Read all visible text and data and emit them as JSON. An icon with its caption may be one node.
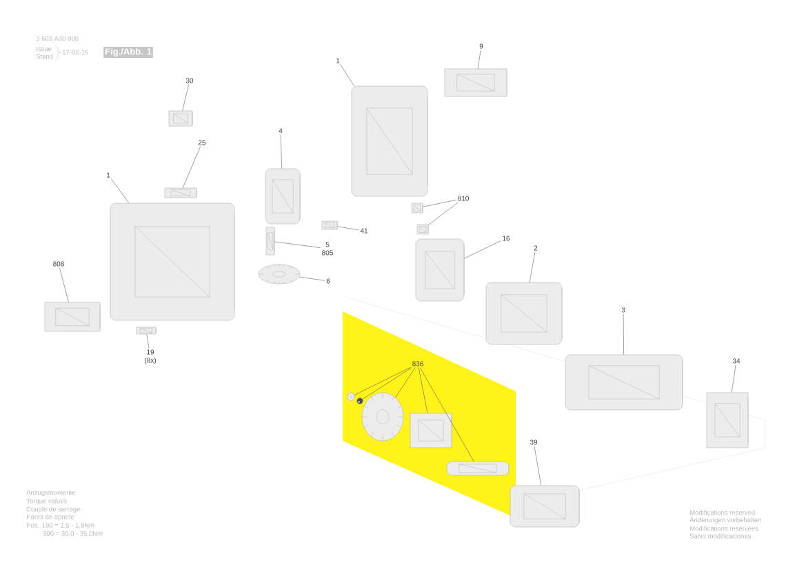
{
  "diagram": {
    "nodes": [
      {
        "text": [
          "30"
        ]
      },
      {
        "text": [
          "25"
        ]
      },
      {
        "text": [
          "4"
        ]
      },
      {
        "text": [
          "1"
        ]
      },
      {
        "text": [
          "808"
        ]
      },
      {
        "text": [
          "41"
        ]
      },
      {
        "text": [
          "5",
          "805"
        ]
      },
      {
        "text": [
          "6"
        ]
      },
      {
        "text": [
          "19",
          "(8x)"
        ]
      },
      {
        "text": [
          "1"
        ]
      },
      {
        "text": [
          "9"
        ]
      },
      {
        "text": [
          "810"
        ]
      },
      {
        "text": [
          "16"
        ]
      },
      {
        "text": [
          "2"
        ]
      },
      {
        "text": [
          "3"
        ]
      },
      {
        "text": [
          "34"
        ]
      },
      {
        "text": [
          "836"
        ]
      },
      {
        "text": [
          "39"
        ]
      },
      {
        "text": [
          "Fig./Abb. 1"
        ]
      },
      {
        "text": [],
        "shape": "picture"
      },
      {
        "text": [],
        "shape": "picture"
      },
      {
        "text": [],
        "shape": "picture"
      },
      {
        "text": [],
        "shape": "picture"
      },
      {
        "text": [],
        "shape": "picture"
      },
      {
        "text": [],
        "shape": "picture"
      },
      {
        "text": [],
        "shape": "picture"
      },
      {
        "text": [],
        "shape": "picture"
      },
      {
        "text": [],
        "shape": "picture"
      },
      {
        "text": [],
        "shape": "picture"
      },
      {
        "text": [],
        "shape": "picture"
      },
      {
        "text": [],
        "shape": "picture"
      },
      {
        "text": [],
        "shape": "picture"
      },
      {
        "text": [],
        "shape": "picture"
      },
      {
        "text": [],
        "shape": "picture"
      },
      {
        "text": [],
        "shape": "picture"
      },
      {
        "text": [],
        "shape": "picture"
      },
      {
        "text": [],
        "shape": "picture"
      },
      {
        "text": [],
        "shape": "picture"
      },
      {
        "text": [],
        "shape": "picture"
      },
      {
        "text": [],
        "shape": "picture"
      },
      {
        "text": [],
        "shape": "picture"
      },
      {
        "text": [],
        "shape": "picture"
      }
    ],
    "edges": [
      {
        "from": 0,
        "to": 19,
        "arrow": "none"
      },
      {
        "from": 1,
        "to": 20,
        "arrow": "none"
      },
      {
        "from": 2,
        "to": 21,
        "arrow": "none"
      },
      {
        "from": 3,
        "to": 22,
        "arrow": "none"
      },
      {
        "from": 4,
        "to": 23,
        "arrow": "none"
      },
      {
        "from": 5,
        "to": 24,
        "arrow": "none"
      },
      {
        "from": 6,
        "to": 25,
        "arrow": "none"
      },
      {
        "from": 7,
        "to": 26,
        "arrow": "none"
      },
      {
        "from": 8,
        "to": 27,
        "arrow": "none"
      },
      {
        "from": 9,
        "to": 28,
        "arrow": "none"
      },
      {
        "from": 10,
        "to": 29,
        "arrow": "none"
      },
      {
        "from": 11,
        "to": 30,
        "arrow": "none"
      },
      {
        "from": 11,
        "to": 31,
        "arrow": "none"
      },
      {
        "from": 12,
        "to": 32,
        "arrow": "none"
      },
      {
        "from": 13,
        "to": 33,
        "arrow": "none"
      },
      {
        "from": 14,
        "to": 34,
        "arrow": "none"
      },
      {
        "from": 15,
        "to": 35,
        "arrow": "none"
      },
      {
        "from": 16,
        "to": 36,
        "arrow": "none"
      },
      {
        "from": 16,
        "to": 37,
        "arrow": "none"
      },
      {
        "from": 16,
        "to": 38,
        "arrow": "none"
      },
      {
        "from": 16,
        "to": 39,
        "arrow": "none"
      },
      {
        "from": 16,
        "to": 40,
        "arrow": "none"
      },
      {
        "from": 17,
        "to": 41,
        "arrow": "none"
      }
    ],
    "labels": [
      "3 603 A30 000",
      "Issue",
      "Stand",
      "17-02-15",
      "Anzugsmomente",
      "Torque values",
      "Couple de serrage",
      "Pares de apriete",
      "Pos. 190 =  1,5 - 1,9Nm",
      "390 = 30,0 - 35,0Nm",
      "Modifications reserved",
      "Änderungen vorbehalten",
      "Modifications resérvées",
      "Salvo modificaciones"
    ]
  }
}
